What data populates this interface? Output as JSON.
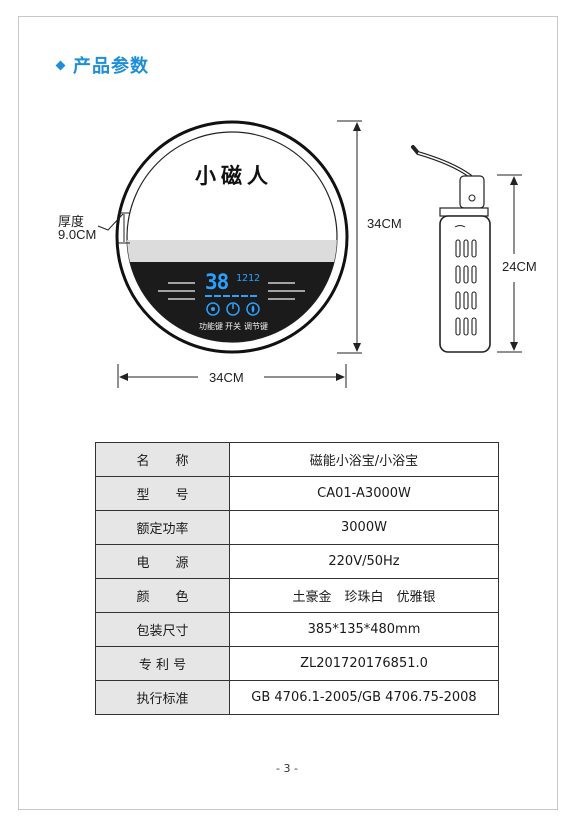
{
  "heading": "产品参数",
  "diagram": {
    "brand": "小磁人",
    "thickness_label_line1": "厚度",
    "thickness_label_line2": "9.0CM",
    "height_label": "34CM",
    "width_label": "34CM",
    "remote_height_label": "24CM",
    "display_main": "38",
    "display_small": "1212",
    "button_labels": [
      "功能键",
      "开关",
      "调节键"
    ]
  },
  "specs": [
    {
      "key": "名　　称",
      "value": "磁能小浴宝/小浴宝"
    },
    {
      "key": "型　　号",
      "value": "CA01-A3000W"
    },
    {
      "key": "额定功率",
      "value": "3000W"
    },
    {
      "key": "电　　源",
      "value": "220V/50Hz"
    },
    {
      "key": "颜　　色",
      "value": "土豪金　珍珠白　优雅银"
    },
    {
      "key": "包装尺寸",
      "value": "385*135*480mm"
    },
    {
      "key": "专 利 号",
      "value": "ZL201720176851.0"
    },
    {
      "key": "执行标准",
      "value": "GB 4706.1-2005/GB 4706.75-2008"
    }
  ],
  "page_number": "- 3 -"
}
